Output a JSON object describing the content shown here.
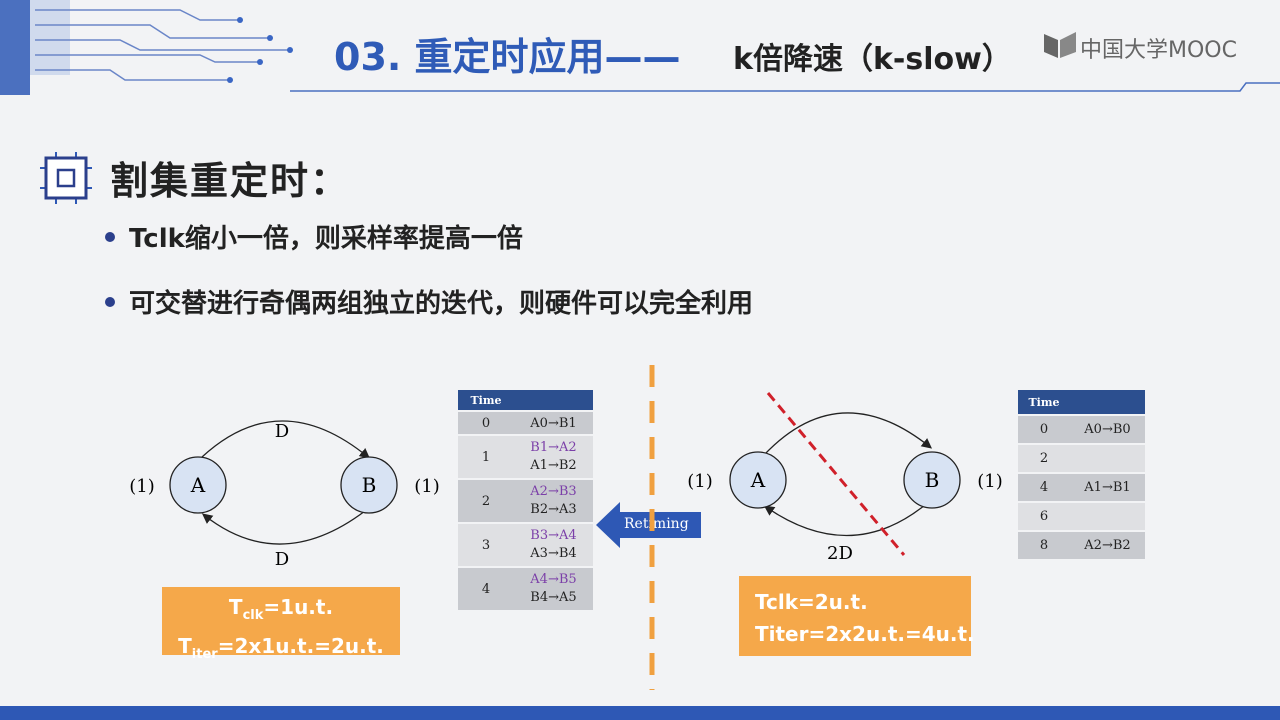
{
  "header": {
    "title_main": "03. 重定时应用——",
    "title_sub": "k倍降速（k-slow）",
    "logo_text": "中国大学MOOC"
  },
  "section": {
    "title": "割集重定时："
  },
  "bullets": [
    "Tclk缩小一倍，则采样率提高一倍",
    "可交替进行奇偶两组独立的迭代，则硬件可以完全利用"
  ],
  "left_diagram": {
    "node_a": "A",
    "node_b": "B",
    "weight_a": "(1)",
    "weight_b": "(1)",
    "edge_top": "D",
    "edge_bottom": "D",
    "box_line1_prefix": "T",
    "box_line1_sub": "clk",
    "box_line1_suffix": "=1u.t.",
    "box_line2_prefix": "T",
    "box_line2_sub": "iter",
    "box_line2_suffix": "=2x1u.t.=2u.t."
  },
  "left_table": {
    "header": "Time",
    "rows": [
      {
        "time": "0",
        "line1": "A0→B1",
        "line2": ""
      },
      {
        "time": "1",
        "line1": "B1→A2",
        "line2": "A1→B2"
      },
      {
        "time": "2",
        "line1": "A2→B3",
        "line2": "B2→A3"
      },
      {
        "time": "3",
        "line1": "B3→A4",
        "line2": "A3→B4"
      },
      {
        "time": "4",
        "line1": "A4→B5",
        "line2": "B4→A5"
      }
    ]
  },
  "arrow_label": "Retiming",
  "right_diagram": {
    "node_a": "A",
    "node_b": "B",
    "weight_a": "(1)",
    "weight_b": "(1)",
    "edge_bottom": "2D",
    "box_line1": "Tclk=2u.t.",
    "box_line2": "Titer=2x2u.t.=4u.t."
  },
  "right_table": {
    "header": "Time",
    "rows": [
      {
        "time": "0",
        "value": "A0→B0"
      },
      {
        "time": "2",
        "value": ""
      },
      {
        "time": "4",
        "value": "A1→B1"
      },
      {
        "time": "6",
        "value": ""
      },
      {
        "time": "8",
        "value": "A2→B2"
      }
    ]
  },
  "colors": {
    "title_blue": "#2f5bb7",
    "table_header": "#2c4f8f",
    "orange": "#f5a84a",
    "cut_red": "#d0202a",
    "footer_blue": "#2e58b5"
  }
}
